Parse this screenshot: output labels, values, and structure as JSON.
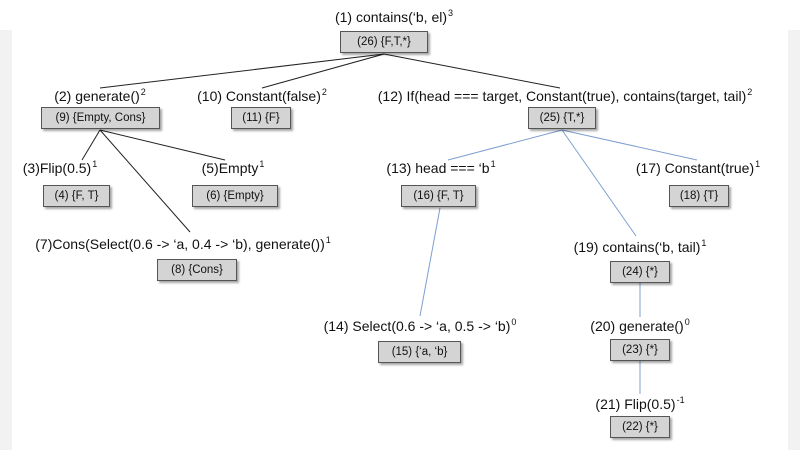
{
  "nodes": {
    "n1": {
      "num": "(1)",
      "text": "contains(‘b, el)",
      "sup": "3",
      "set": "(26) {F,T,*}"
    },
    "n2": {
      "num": "(2)",
      "text": "generate()",
      "sup": "2",
      "set": "(9) {Empty, Cons}"
    },
    "n10": {
      "num": "(10)",
      "text": "Constant(false)",
      "sup": "2",
      "set": "(11) {F}"
    },
    "n12": {
      "num": "(12)",
      "text": "If(head === target, Constant(true), contains(target, tail)",
      "sup": "2",
      "set": "(25) {T,*}"
    },
    "n3": {
      "num": "(3)",
      "text": "Flip(0.5)",
      "sup": "1",
      "set": "(4) {F, T}"
    },
    "n5": {
      "num": "(5)",
      "text": "Empty",
      "sup": "1",
      "set": "(6) {Empty}"
    },
    "n7": {
      "num": "(7)",
      "text": "Cons(Select(0.6 -> ‘a, 0.4 -> ‘b), generate())",
      "sup": "1",
      "set": "(8) {Cons}"
    },
    "n13": {
      "num": "(13)",
      "text": "head === ‘b",
      "sup": "1",
      "set": "(16) {F, T}"
    },
    "n17": {
      "num": "(17)",
      "text": "Constant(true)",
      "sup": "1",
      "set": "(18) {T}"
    },
    "n19": {
      "num": "(19)",
      "text": "contains(‘b, tail)",
      "sup": "1",
      "set": "(24) {*}"
    },
    "n14": {
      "num": "(14)",
      "text": "Select(0.6 -> ‘a, 0.5 -> ‘b)",
      "sup": "0",
      "set": "(15) {‘a, ‘b}"
    },
    "n20": {
      "num": "(20)",
      "text": "generate()",
      "sup": "0",
      "set": "(23) {*}"
    },
    "n21": {
      "num": "(21)",
      "text": "Flip(0.5)",
      "sup": "-1",
      "set": "(22) {*}"
    }
  },
  "colors": {
    "black_edge": "#222222",
    "blue_edge": "#7f9fd0",
    "box_fill": "#d4d4d4"
  }
}
